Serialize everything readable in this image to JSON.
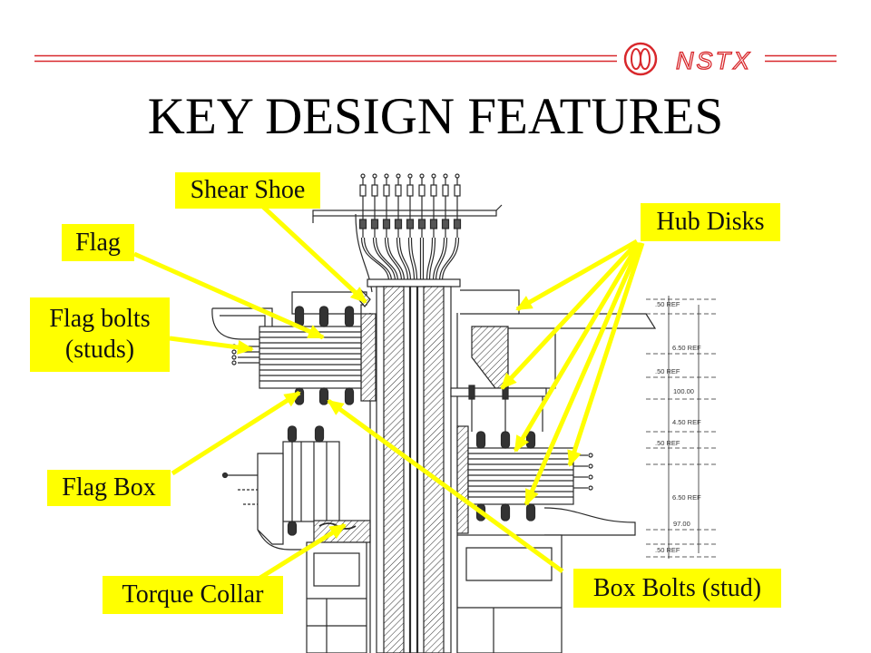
{
  "slide": {
    "title": "KEY DESIGN FEATURES"
  },
  "logo": {
    "text": "NSTX",
    "icon": "nstx-logo-icon"
  },
  "callouts": {
    "shear_shoe": "Shear Shoe",
    "flag": "Flag",
    "hub_disks": "Hub Disks",
    "flag_bolts": {
      "line1": "Flag bolts",
      "line2": "(studs)"
    },
    "flag_box": "Flag Box",
    "torque_collar": "Torque Collar",
    "box_bolts": "Box Bolts (stud)"
  },
  "drawing": {
    "dimensions": [
      ".50 REF",
      "6.50 REF",
      ".50 REF",
      "4.50 REF",
      ".50 REF",
      "6.50 REF",
      ".50 REF",
      "100.00",
      "97.00"
    ]
  },
  "colors": {
    "header_rule": "#D8282C",
    "callout_background": "#FFFF00",
    "arrow": "#FFFF00"
  }
}
